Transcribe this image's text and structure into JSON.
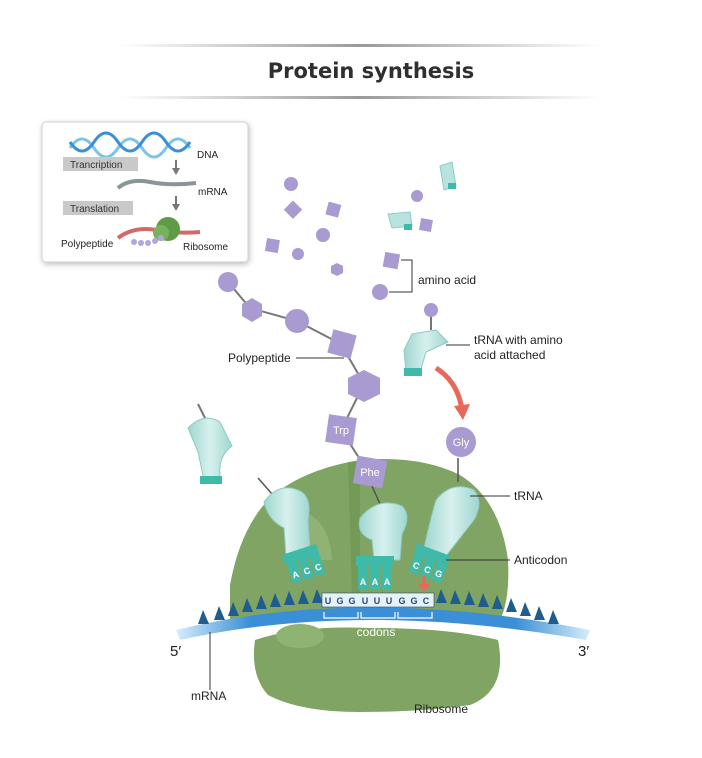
{
  "title": "Protein synthesis",
  "inset": {
    "dna": "DNA",
    "transcription": "Trancription",
    "mrna": "mRNA",
    "translation": "Translation",
    "polypeptide": "Polypeptide",
    "ribosome": "Ribosome"
  },
  "labels": {
    "amino_acid": "amino acid",
    "trna_line1": "tRNA with amino",
    "trna_line2": "acid attached",
    "polypeptide": "Polypeptide",
    "trna": "tRNA",
    "anticodon": "Anticodon",
    "codons": "codons",
    "mrna": "mRNA",
    "ribosome": "Ribosome",
    "five_prime": "5′",
    "three_prime": "3′"
  },
  "amino_acids": {
    "trp": "Trp",
    "phe": "Phe",
    "gly": "Gly"
  },
  "anticodons": {
    "left": [
      "A",
      "C",
      "C"
    ],
    "middle": [
      "A",
      "A",
      "A"
    ],
    "right": [
      "C",
      "C",
      "G"
    ]
  },
  "codon_sequence": [
    "U",
    "G",
    "G",
    "U",
    "U",
    "U",
    "G",
    "G",
    "C"
  ],
  "colors": {
    "ribosome": "#7fa463",
    "ribosome_dark": "#5f8a48",
    "trna_body": "#b9e3de",
    "trna_teal": "#3fb9a8",
    "amino_acid": "#a99ad1",
    "amino_acid_dark": "#8d7fbe",
    "mrna_blue": "#3a8fd6",
    "mrna_dark": "#1f5d8f",
    "arrow_red": "#e8685a"
  }
}
